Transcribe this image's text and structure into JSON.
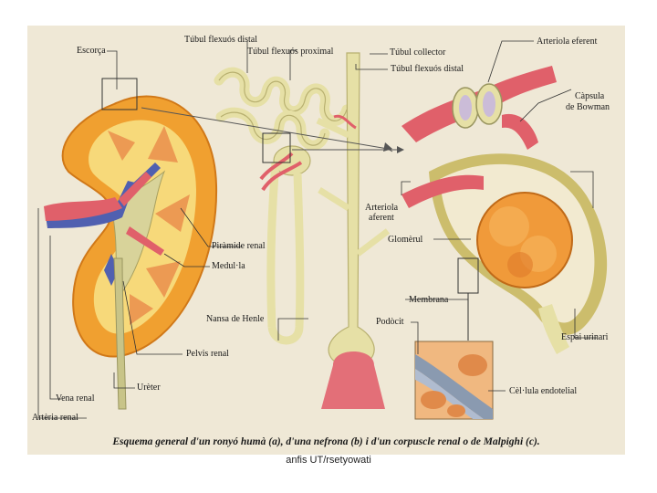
{
  "labels": {
    "escorca": "Escorça",
    "tubul_flexuos_distal_top": "Túbul flexuós distal",
    "tubul_flexuos_proximal": "Túbul flexuós proximal",
    "tubul_collector": "Túbul collector",
    "arteriola_eferent": "Arteriola eferent",
    "tubul_flexuos_distal_right": "Túbul flexuós distal",
    "capsula_line1": "Càpsula",
    "capsula_line2": "de Bowman",
    "arteriola_aferent_line1": "Arteriola",
    "arteriola_aferent_line2": "aferent",
    "glomerul": "Glomèrul",
    "piramide_renal": "Piràmide renal",
    "medulla": "Medul·la",
    "nansa_henle": "Nansa de Henle",
    "membrana": "Membrana",
    "podocit": "Podòcit",
    "pelvis_renal": "Pelvis renal",
    "ureter": "Urèter",
    "vena_renal": "Vena renal",
    "arteria_renal": "Artèria renal",
    "espai_urinari": "Espai urinari",
    "cellula_endotelial": "Cèl·lula endotelial"
  },
  "caption": "Esquema general d'un ronyó humà (a), d'una nefrona (b) i d'un corpuscle renal o de Malpighi (c).",
  "credit": "anfis UT/rsetyowati",
  "colors": {
    "plate_bg": "#efe8d6",
    "cortex": "#f0a030",
    "artery": "#e0606a",
    "vein": "#5060b0",
    "tubule": "#e6e0a6"
  }
}
